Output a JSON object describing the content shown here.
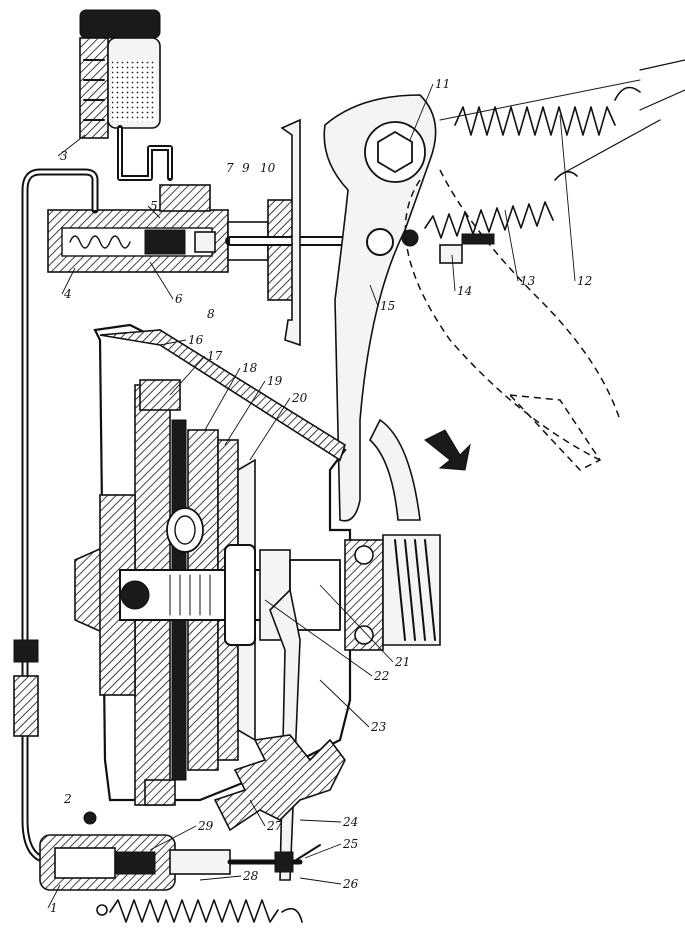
{
  "diagram": {
    "callouts": [
      "1",
      "2",
      "3",
      "4",
      "5",
      "6",
      "7",
      "8",
      "9",
      "10",
      "11",
      "12",
      "13",
      "14",
      "15",
      "16",
      "17",
      "18",
      "19",
      "20",
      "21",
      "22",
      "23",
      "24",
      "25",
      "26",
      "27",
      "28",
      "29"
    ]
  },
  "colors": {
    "ink": "#111111",
    "paper": "#ffffff"
  }
}
